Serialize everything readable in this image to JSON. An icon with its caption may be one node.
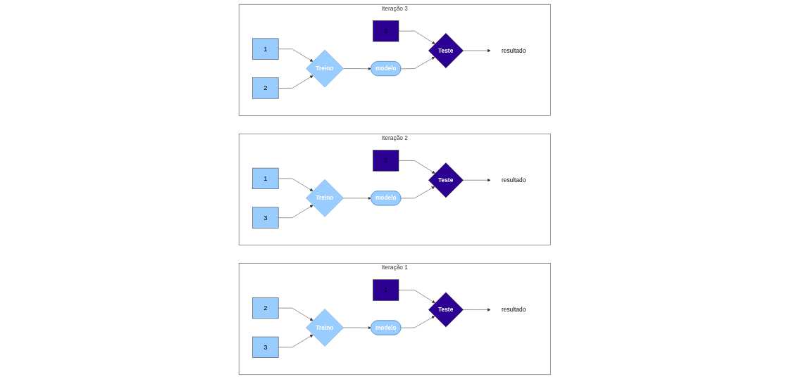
{
  "diagram": {
    "nodes": [
      {
        "text": [
          "Iteração 1"
        ]
      },
      {
        "text": [
          "1"
        ],
        "in": 0
      },
      {
        "text": [
          "2"
        ],
        "in": 0
      },
      {
        "text": [
          "3"
        ],
        "in": 0
      },
      {
        "text": [
          "Treino"
        ],
        "in": 0
      },
      {
        "text": [
          "modelo"
        ],
        "in": 0
      },
      {
        "text": [
          "Teste"
        ],
        "in": 0
      },
      {
        "text": [
          "resultado"
        ],
        "in": 0
      },
      {
        "text": [
          "Iteração 2"
        ]
      },
      {
        "text": [
          "1"
        ],
        "in": 8
      },
      {
        "text": [
          "2"
        ],
        "in": 8
      },
      {
        "text": [
          "3"
        ],
        "in": 8
      },
      {
        "text": [
          "Treino"
        ],
        "in": 8
      },
      {
        "text": [
          "modelo"
        ],
        "in": 8
      },
      {
        "text": [
          "Teste"
        ],
        "in": 8
      },
      {
        "text": [
          "resultado"
        ],
        "in": 8
      },
      {
        "text": [
          "Iteração 3"
        ]
      },
      {
        "text": [
          "1"
        ],
        "in": 16
      },
      {
        "text": [
          "2"
        ],
        "in": 16
      },
      {
        "text": [
          "3"
        ],
        "in": 16
      },
      {
        "text": [
          "Treino"
        ],
        "in": 16
      },
      {
        "text": [
          "modelo"
        ],
        "in": 16
      },
      {
        "text": [
          "Teste"
        ],
        "in": 16
      },
      {
        "text": [
          "resultado"
        ],
        "in": 16
      }
    ],
    "edges": [
      {
        "from": 1,
        "to": 6,
        "arrow": "to"
      },
      {
        "from": 2,
        "to": 4,
        "arrow": "to"
      },
      {
        "from": 3,
        "to": 4,
        "arrow": "to"
      },
      {
        "from": 4,
        "to": 5,
        "arrow": "to"
      },
      {
        "from": 5,
        "to": 6,
        "arrow": "to"
      },
      {
        "from": 6,
        "to": 7,
        "arrow": "to"
      },
      {
        "from": 9,
        "to": 12,
        "arrow": "to"
      },
      {
        "from": 10,
        "to": 14,
        "arrow": "to"
      },
      {
        "from": 11,
        "to": 12,
        "arrow": "to"
      },
      {
        "from": 12,
        "to": 13,
        "arrow": "to"
      },
      {
        "from": 13,
        "to": 14,
        "arrow": "to"
      },
      {
        "from": 14,
        "to": 15,
        "arrow": "to"
      },
      {
        "from": 17,
        "to": 20,
        "arrow": "to"
      },
      {
        "from": 18,
        "to": 20,
        "arrow": "to"
      },
      {
        "from": 19,
        "to": 22,
        "arrow": "to"
      },
      {
        "from": 20,
        "to": 21,
        "arrow": "to"
      },
      {
        "from": 21,
        "to": 22,
        "arrow": "to"
      },
      {
        "from": 22,
        "to": 23,
        "arrow": "to"
      }
    ]
  }
}
